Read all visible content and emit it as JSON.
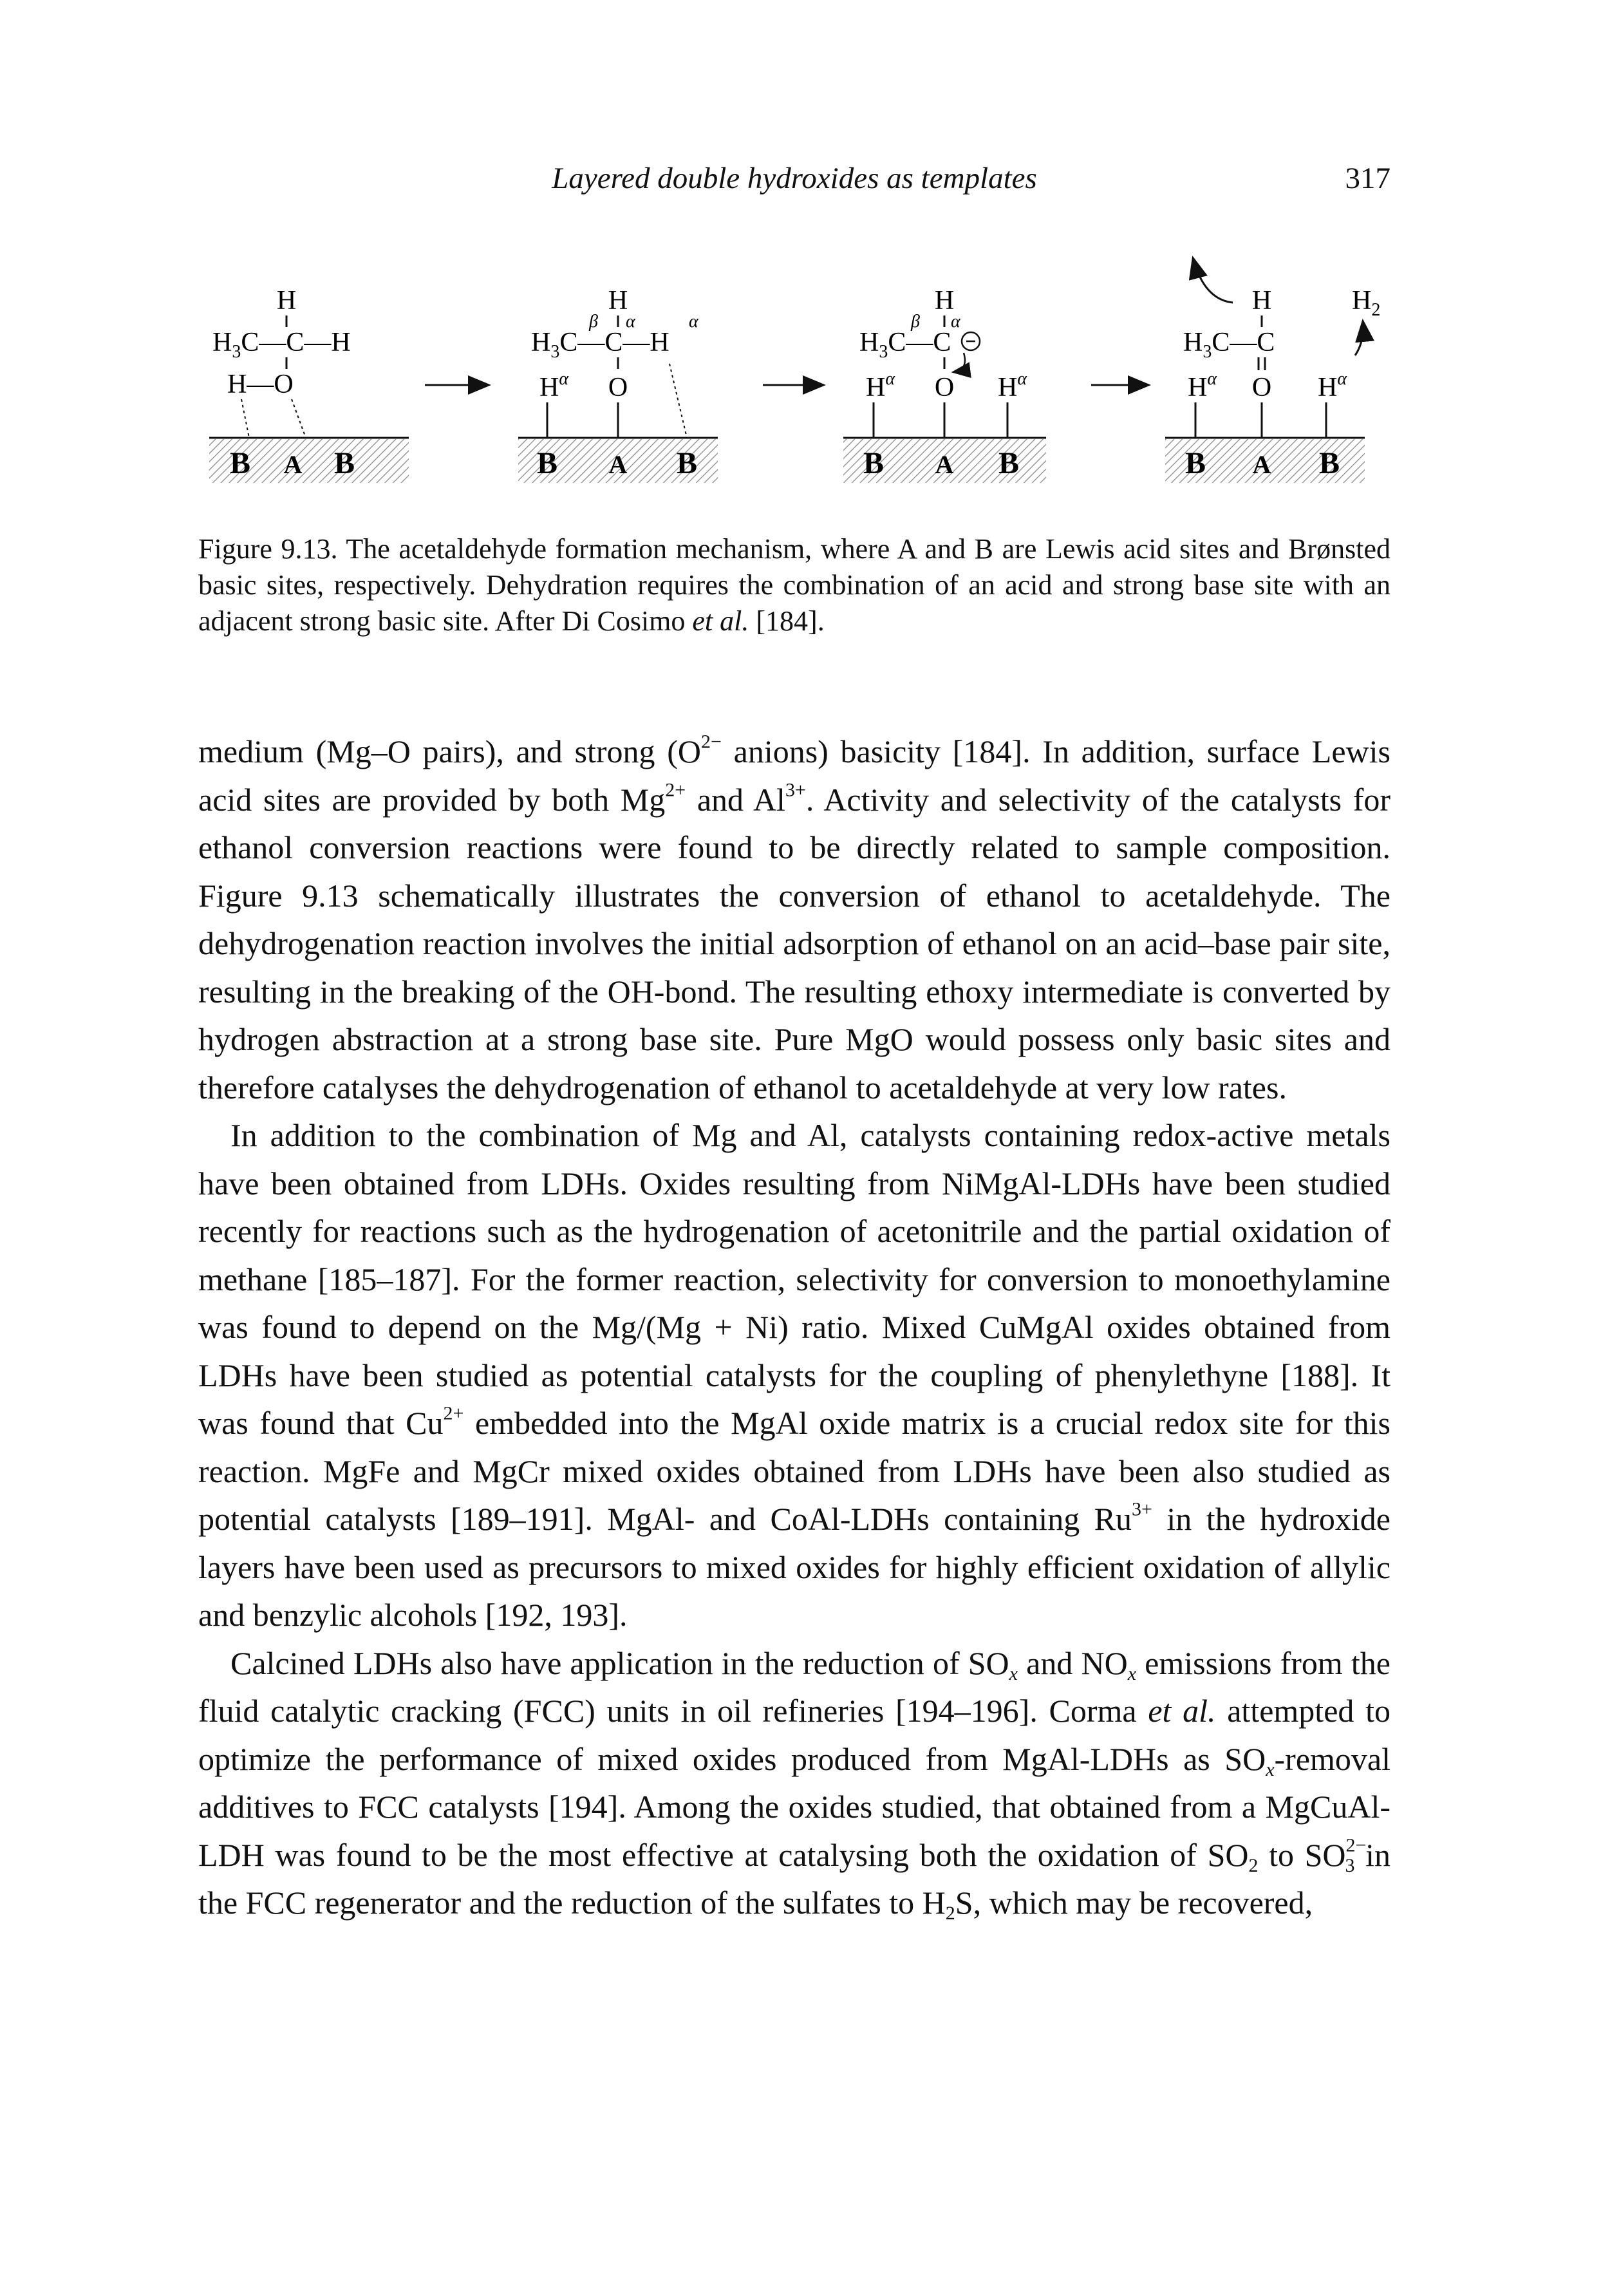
{
  "header": {
    "running_title": "Layered double hydroxides as templates",
    "page_number": "317"
  },
  "figure": {
    "stage1": {
      "top_h": "H",
      "mid": "H3C—C—H",
      "bottom": "H—O",
      "sites": [
        "B",
        "A",
        "B"
      ]
    },
    "stage2": {
      "top_h": "H",
      "mid": "H3C—C—H",
      "bottom_left": "Hα",
      "bottom_o": "O",
      "beta": "β",
      "alpha1": "α",
      "alpha2": "α",
      "sites": [
        "B",
        "A",
        "B"
      ]
    },
    "stage3": {
      "top_h": "H",
      "mid": "H3C—C",
      "bottom_left": "Hα",
      "bottom_o": "O",
      "bottom_right": "Hα",
      "beta": "β",
      "alpha": "α",
      "sites": [
        "B",
        "A",
        "B"
      ]
    },
    "stage4": {
      "top_h": "H",
      "top_h2": "H2",
      "mid": "H3C—C",
      "bottom_left": "Hα",
      "bottom_o": "O",
      "bottom_right": "Hα",
      "sites": [
        "B",
        "A",
        "B"
      ]
    }
  },
  "caption": {
    "label": "Figure 9.13.",
    "text_1": " The acetaldehyde formation mechanism, where A and B are Lewis acid sites and Brønsted basic sites, respectively. Dehydration requires the combination of an acid and strong base site with an adjacent strong basic site. After Di Cosimo ",
    "et_al": "et al.",
    "text_2": " [184]."
  },
  "body": {
    "p1": {
      "s1": "medium (Mg–O pairs), and strong (O",
      "s1_sup": "2−",
      "s2": " anions) basicity [184]. In addition, surface Lewis acid sites are provided by both Mg",
      "s2_sup": "2+",
      "s3": " and Al",
      "s3_sup": "3+",
      "s4": ". Activity and selectivity of the catalysts for ethanol conversion reactions were found to be directly related to sample composition. Figure 9.13 schematically illustrates the conversion of ethanol to acetaldehyde. The dehydrogenation reaction involves the initial adsorption of ethanol on an acid–base pair site, resulting in the breaking of the OH-bond. The resulting ethoxy intermediate is converted by hydrogen abstraction at a strong base site. Pure MgO would possess only basic sites and therefore catalyses the dehydrogenation of ethanol to acetaldehyde at very low rates."
    },
    "p2": {
      "s1": "In addition to the combination of Mg and Al, catalysts containing redox-active metals have been obtained from LDHs. Oxides resulting from NiMgAl-LDHs have been studied recently for reactions such as the hydrogenation of acetonitrile and the partial oxidation of methane [185–187]. For the former reaction, selectivity for conversion to monoethylamine was found to depend on the Mg/(Mg + Ni) ratio. Mixed CuMgAl oxides obtained from LDHs have been studied as potential catalysts for the coupling of phenylethyne [188]. It was found that Cu",
      "s1_sup": "2+",
      "s2": " embedded into the MgAl oxide matrix is a crucial redox site for this reaction. MgFe and MgCr mixed oxides obtained from LDHs have been also studied as potential catalysts [189–191]. MgAl- and CoAl-LDHs containing Ru",
      "s2_sup": "3+",
      "s3": " in the hydroxide layers have been used as precursors to mixed oxides for highly efficient oxidation of allylic and benzylic alcohols [192, 193]."
    },
    "p3": {
      "s1": "Calcined LDHs also have application in the reduction of SO",
      "s1_sub": "x",
      "s2": " and NO",
      "s2_sub": "x",
      "s3": " emissions from the fluid catalytic cracking (FCC) units in oil refineries [194–196]. Corma ",
      "et_al": "et al.",
      "s4": " attempted to optimize the performance of mixed oxides produced from MgAl-LDHs as SO",
      "s4_sub": "x",
      "s5": "-removal additives to FCC catalysts [194]. Among the oxides studied, that obtained from a MgCuAl-LDH was found to be the most effective at catalysing both the oxidation of SO",
      "s5_sub": "2",
      "s6": " to SO",
      "s6_sup": "2−",
      "s6_sub": "3",
      "s7": " in the FCC regenerator and the reduction of the sulfates to H",
      "s7_sub": "2",
      "s8": "S, which may be recovered,"
    }
  }
}
